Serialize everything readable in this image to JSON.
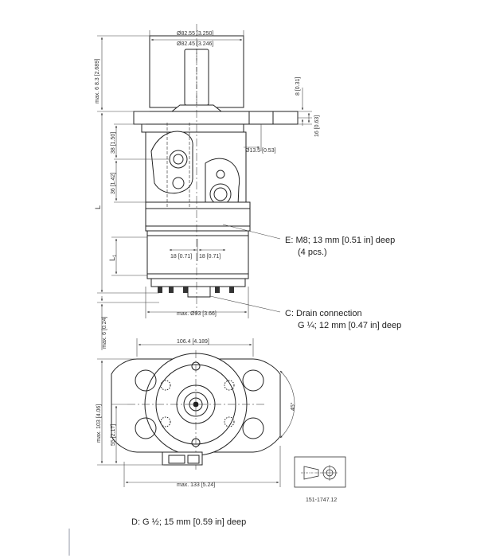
{
  "side_view": {
    "dim_shaft_diameter_max": "Ø82.55 [3.250]",
    "dim_shaft_diameter_min": "Ø82.45 [3.246]",
    "dim_shaft_length": "max. 6 8.3 [2.689]",
    "dim_flange_thickness": "8 [0.31]",
    "dim_flange_height": "16 [0.63]",
    "dim_hole_diameter": "Ø13.5 [0.53]",
    "dim_port_offset_1": "38 [1.50]",
    "dim_port_offset_2": "36 [1.42]",
    "dim_total_length": "L",
    "dim_l1": "L",
    "dim_l1_sub": "1",
    "dim_port_spacing_left": "18 [0.71]",
    "dim_port_spacing_right": "18 [0.71]",
    "dim_body_diameter": "max. Ø93 [3.66]",
    "dim_drain_offset": "max. 6 [0.24]"
  },
  "end_view": {
    "dim_width": "106.4 [4.189]",
    "dim_height_max": "max. 103 [4.06]",
    "dim_height_center": "55 [2.17]",
    "dim_width_max": "max. 133 [5.24]",
    "dim_angle": "45°"
  },
  "callouts": {
    "e_line1": "E:  M8; 13 mm [0.51 in] deep",
    "e_line2": "(4 pcs.)",
    "c_line1": "C:  Drain connection",
    "c_line2": "G ¼; 12 mm [0.47 in] deep",
    "d_line1": "D:  G ½; 15 mm [0.59 in] deep"
  },
  "reference_number": "151-1747.12"
}
